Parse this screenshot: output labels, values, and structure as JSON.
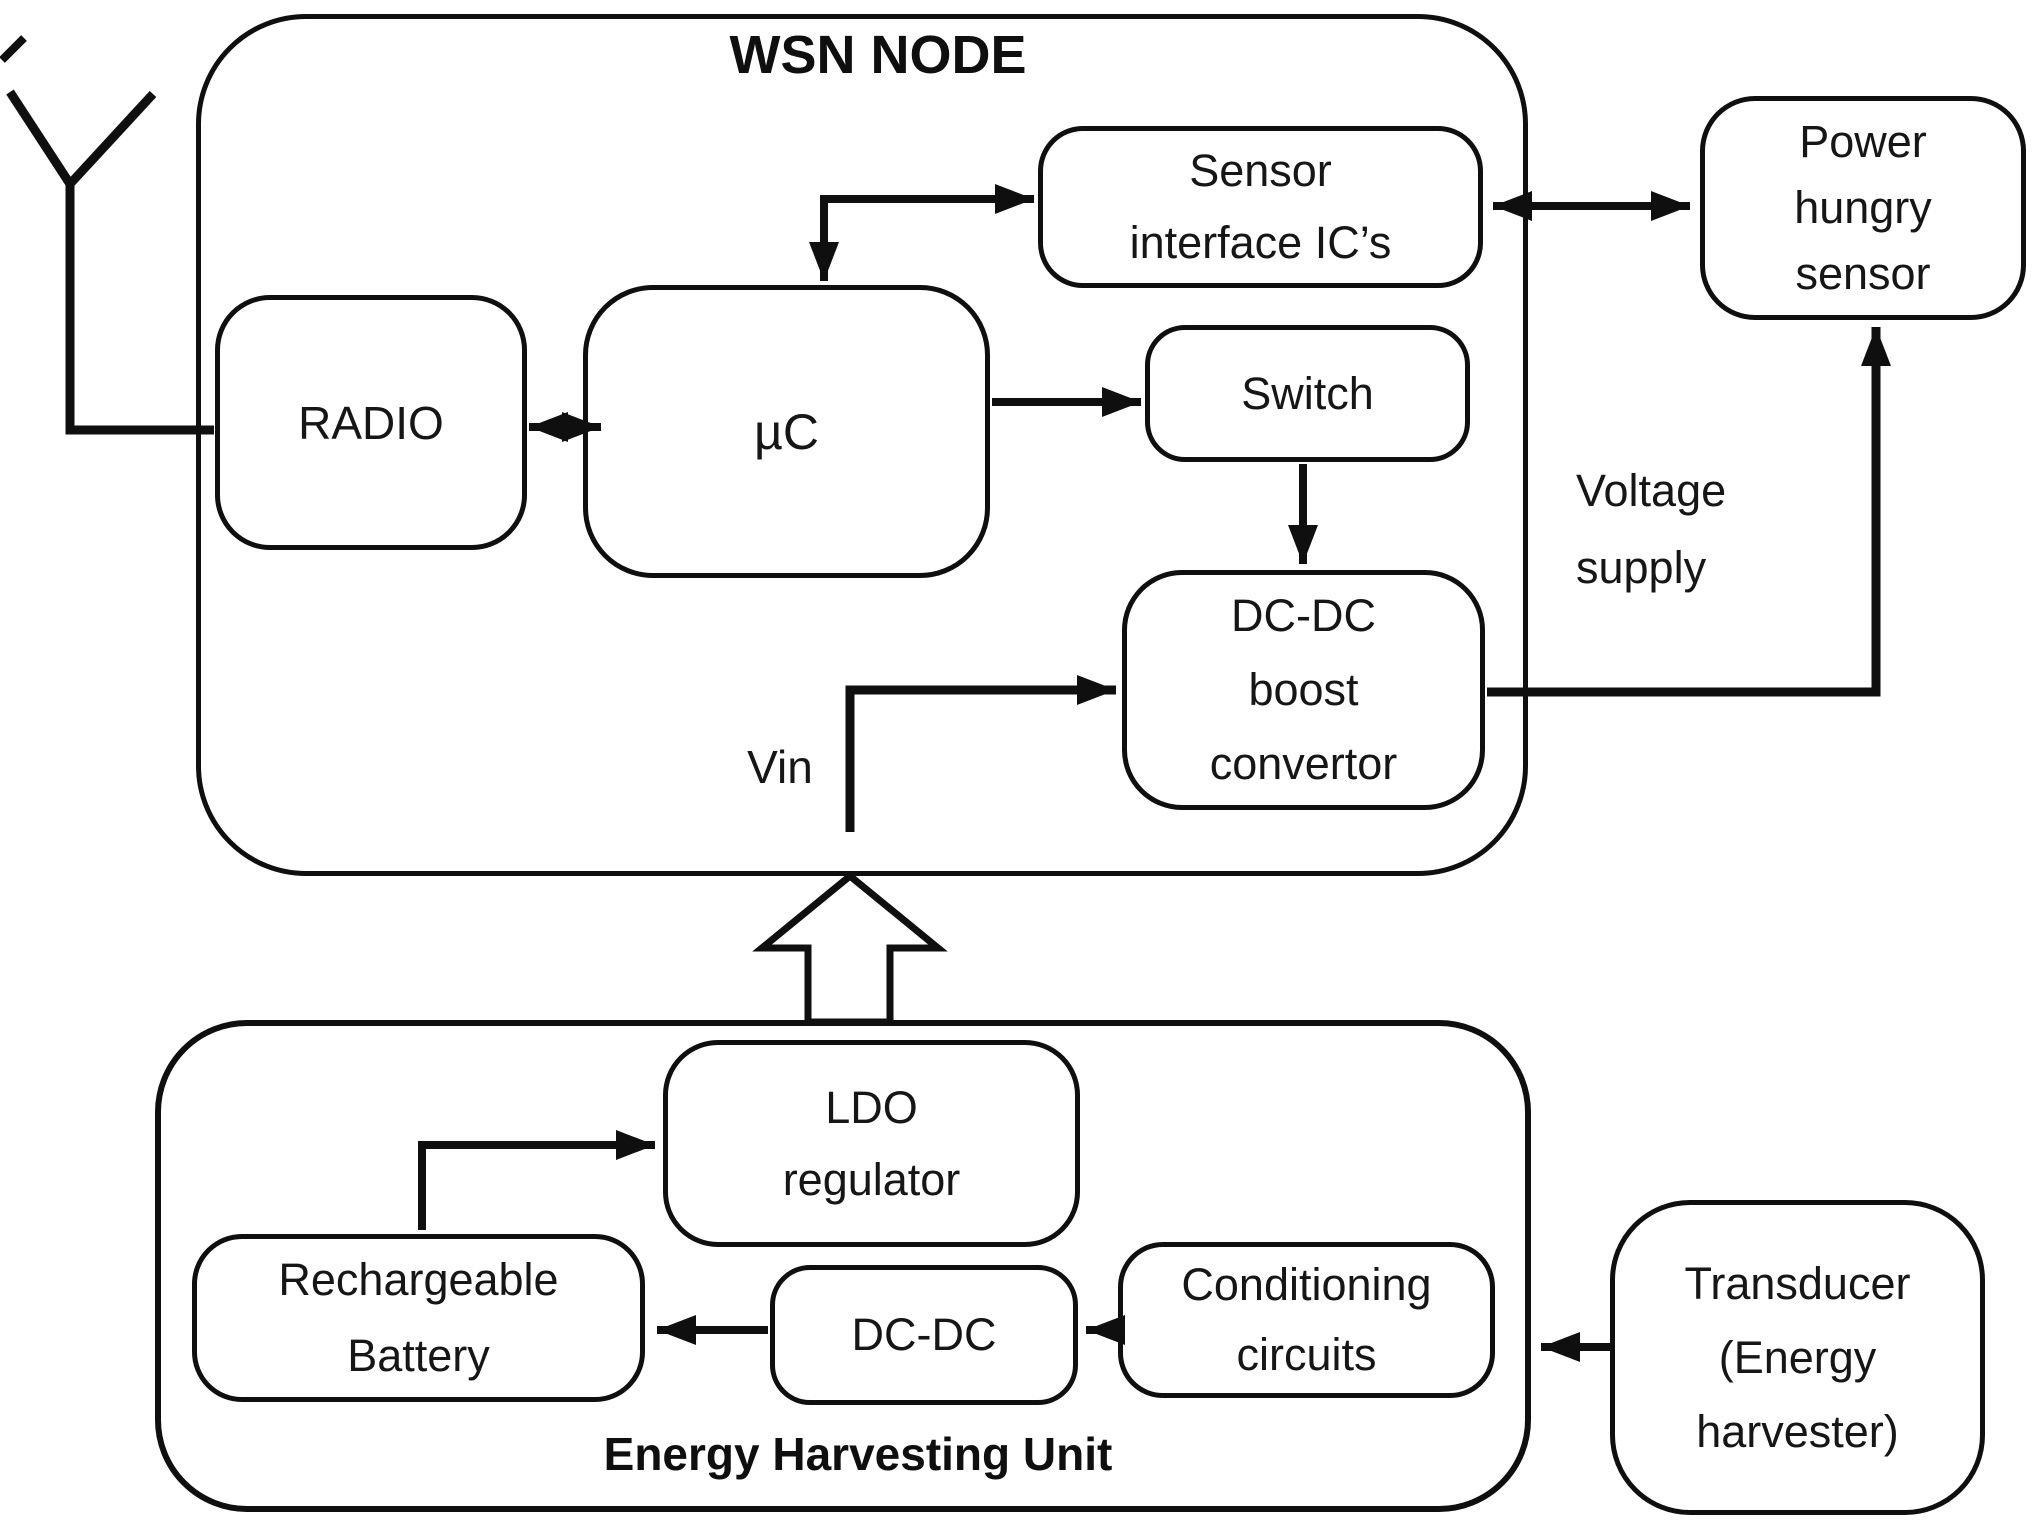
{
  "colors": {
    "ink": "#0f0f0f",
    "background": "#ffffff"
  },
  "wsn_node": {
    "title": "WSN NODE",
    "blocks": {
      "radio": {
        "label": "RADIO"
      },
      "uc": {
        "label": "µC"
      },
      "sensor_interface": {
        "line1": "Sensor",
        "line2": "interface IC’s"
      },
      "switch": {
        "label": "Switch"
      },
      "dcdc_boost": {
        "line1": "DC-DC",
        "line2": "boost",
        "line3": "convertor"
      }
    },
    "labels": {
      "vin": "Vin"
    }
  },
  "external": {
    "power_hungry_sensor": {
      "line1": "Power",
      "line2": "hungry",
      "line3": "sensor"
    },
    "voltage_supply": {
      "line1": "Voltage",
      "line2": "supply"
    },
    "transducer": {
      "line1": "Transducer",
      "line2": "(Energy",
      "line3": "harvester)"
    },
    "antenna": {
      "icon": "antenna-icon"
    }
  },
  "energy_harvesting_unit": {
    "title": "Energy Harvesting Unit",
    "blocks": {
      "ldo": {
        "line1": "LDO",
        "line2": "regulator"
      },
      "battery": {
        "line1": "Rechargeable",
        "line2": "Battery"
      },
      "dcdc": {
        "label": "DC-DC"
      },
      "conditioning": {
        "line1": "Conditioning",
        "line2": "circuits"
      }
    }
  },
  "connections": [
    {
      "from": "antenna",
      "to": "radio",
      "type": "line"
    },
    {
      "from": "radio",
      "to": "uc",
      "type": "bidirectional-arrow"
    },
    {
      "from": "uc",
      "to": "sensor_interface",
      "type": "bidirectional-elbow-arrow"
    },
    {
      "from": "uc",
      "to": "switch",
      "type": "arrow"
    },
    {
      "from": "switch",
      "to": "dcdc_boost",
      "type": "arrow"
    },
    {
      "from": "vin_input",
      "to": "dcdc_boost",
      "type": "arrow",
      "label": "Vin"
    },
    {
      "from": "dcdc_boost",
      "to": "power_hungry_sensor",
      "type": "elbow-arrow",
      "label": "Voltage supply"
    },
    {
      "from": "sensor_interface",
      "to": "power_hungry_sensor",
      "type": "bidirectional-arrow"
    },
    {
      "from": "energy_harvesting_unit",
      "to": "wsn_node",
      "type": "block-arrow"
    },
    {
      "from": "battery",
      "to": "ldo",
      "type": "elbow-arrow"
    },
    {
      "from": "dcdc",
      "to": "battery",
      "type": "arrow"
    },
    {
      "from": "conditioning",
      "to": "dcdc",
      "type": "arrow"
    },
    {
      "from": "transducer",
      "to": "energy_harvesting_unit",
      "type": "arrow"
    }
  ]
}
